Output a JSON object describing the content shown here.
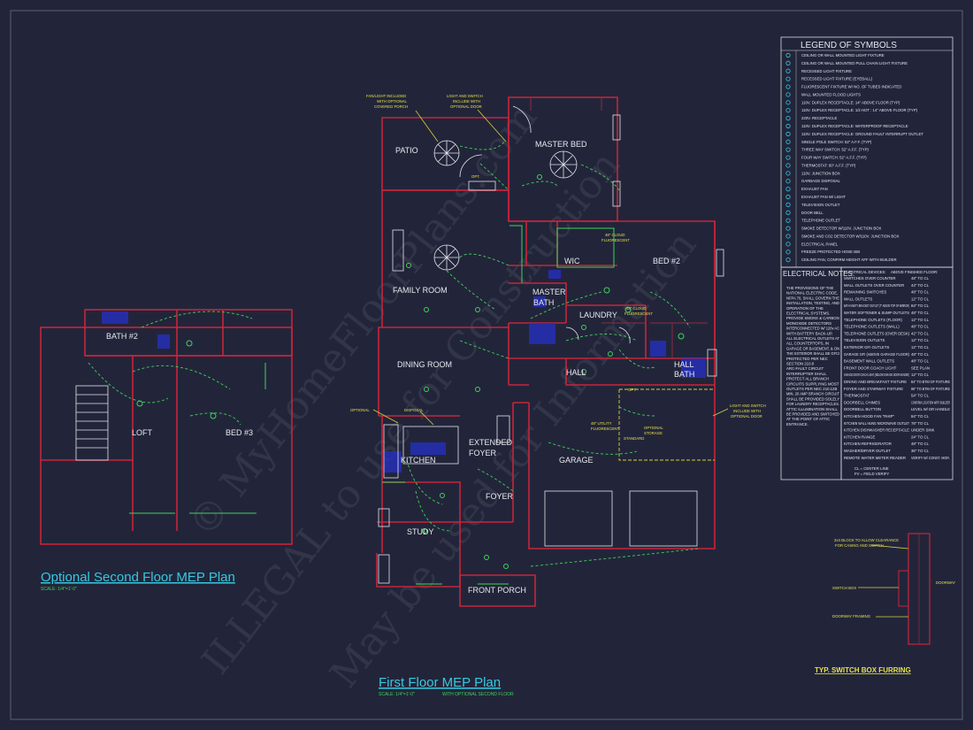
{
  "watermark": {
    "line1": "© MyHomeFloorPlans.com",
    "line2": "ILLEGAL to use for Construction",
    "line3": "May be used for Information"
  },
  "legend": {
    "title": "LEGEND OF SYMBOLS",
    "items": [
      "CEILING OR WALL MOUNTED LIGHT FIXTURE",
      "CEILING OR WALL MOUNTED PULL CHAIN LIGHT FIXTURE",
      "RECESSED LIGHT FIXTURE",
      "RECESSED LIGHT FIXTURE (EYEBALL)",
      "FLUORESCENT FIXTURE W/ NO. OF TUBES INDICATED",
      "WALL MOUNTED FLOOD LIGHTS",
      "110V. DUPLEX RECEPTACLE: 14\" ABOVE FLOOR (TYP)",
      "110V. DUPLEX RECEPTACLE: 1/2 HOT : 14\" ABOVE FLOOR (TYP)",
      "220V. RECEPTACLE",
      "110V. DUPLEX RECEPTACLE: WATERPROOF RECEPTACLE",
      "110V. DUPLEX RECEPTACLE: GROUND FAULT INTERRUPT OUTLET",
      "SINGLE POLE SWITCH: 52\" A.F.F. (TYP)",
      "THREE WAY SWITCH: 52\" A.F.F. (TYP)",
      "FOUR WAY SWITCH: 52\" A.F.F. (TYP)",
      "THERMOSTAT: 60\" A.F.F. (TYP)",
      "110V. JUNCTION BOX",
      "GARBAGE DISPOSAL",
      "EXHAUST FAN",
      "EXHAUST FAN W/ LIGHT",
      "TELEVISION OUTLET",
      "DOOR BELL",
      "TELEPHONE OUTLET",
      "SMOKE DETECTOR W/110V. JUNCTION BOX",
      "SMOKE AND CO2 DETECTOR W/110V. JUNCTION BOX",
      "ELECTRICAL PANEL",
      "FREEZE PROTECTED HOSE BIB",
      "CEILING FAN, CONFIRM HEIGHT AFF WITH BUILDER"
    ]
  },
  "notes": {
    "title": "ELECTRICAL NOTES:",
    "items": [
      "THE PROVISIONS OF THE",
      "NATIONAL ELECTRIC CODE,",
      "NFPA 70, SHALL GOVERN THE",
      "INSTALLATION, TESTING, AND",
      "OPERATION OF THE",
      "ELECTRICAL SYSTEMS.",
      "PROVIDE SMOKE & CARBON",
      "MONOXIDE DETECTORS",
      "INTERCONNECTED W/ 120v AC",
      "WITH BATTERY BACK-UP.",
      "ALL ELECTRICAL OUTLETS AT",
      "ALL COUNTERTOPS, IN",
      "GARAGE OR BASEMENT, & ON",
      "THE EXTERIOR SHALL BE GFCI",
      "PROTECTED PER NEC",
      "SECTION 210.8",
      "ARC-FAULT CIRCUIT",
      "INTERRUPTER SHALL",
      "PROTECT ALL BRANCH",
      "CIRCUITS SUPPLYING MOST",
      "OUTLETS PER NEC 210.12B",
      "MIN. 20 AMP BRANCH CIRCUIT",
      "SHALL BE PROVIDED SOLELY",
      "FOR LAUNDRY RECEPTACLES.",
      "ATTIC ILLUMINATION SHALL",
      "BE PROVIDED AND SWITCHED",
      "AT THE POINT OF ATTIC",
      "ENTRANCE."
    ]
  },
  "devices": {
    "header_left": "ELECTRICAL DEVICES:",
    "header_right": "ABOVE FINISHED FLOOR:",
    "rows": [
      [
        "SWITCHES OVER COUNTER",
        "48\" TO CL"
      ],
      [
        "WALL OUTLETS OVER COUNTER",
        "44\" TO CL"
      ],
      [
        "REMAINING SWITCHES",
        "48\" TO CL"
      ],
      [
        "WALL OUTLETS",
        "12\" TO CL"
      ],
      [
        "BATH VANITY BRACKET OUTLET (7\" ABOVE TOP OF MIRROR)",
        "84\" TO CL"
      ],
      [
        "WATER SOFTENER & SUMP OUTLETS",
        "48\" TO CL"
      ],
      [
        "TELEPHONE OUTLETS (FLOOR)",
        "12\" TO CL"
      ],
      [
        "TELEPHONE OUTLETS (WALL)",
        "48\" TO CL"
      ],
      [
        "TELEPHONE OUTLETS (OVER DESK)",
        "42\" TO CL"
      ],
      [
        "TELEVISION OUTLETS",
        "12\" TO CL"
      ],
      [
        "EXTERIOR GFI OUTLETS",
        "12\" TO CL"
      ],
      [
        "GARAGE GFI (ABOVE GARAGE FLOOR)",
        "48\" TO CL"
      ],
      [
        "BASEMENT WALL OUTLETS",
        "48\" TO CL"
      ],
      [
        "FRONT DOOR COACH LIGHT",
        "SEE PLAN"
      ],
      [
        "GARAGE DOOR COACH LIGHT, (BELOW GARAGE DOOR HEADER)",
        "12\" TO CL"
      ],
      [
        "DINING AND BREAKFAST FIXTURE",
        "84\" TO BTM OF FIXTURE"
      ],
      [
        "FOYER AND STAIRWAY FIXTURE",
        "96\" TO BTM OF FIXTURE"
      ],
      [
        "THERMOSTAT",
        "54\" TO CL"
      ],
      [
        "DOORBELL CHIMES",
        "CONFIRM LOCATION WITH BUILDER"
      ],
      [
        "DOORBELL BUTTON",
        "LEVEL W/ DR HANDLE"
      ],
      [
        "KITCHEN HOOD FAN \"RHIP\"",
        "84\" TO CL"
      ],
      [
        "KITCHEN WALL HUNG MICROWAVE OUTLET",
        "78\" TO CL"
      ],
      [
        "KITCHEN DISHWASHER RECEPTACLE",
        "UNDER SINK"
      ],
      [
        "KITCHEN RANGE",
        "24\" TO CL"
      ],
      [
        "KITCHEN REFRIGERATOR",
        "48\" TO CL"
      ],
      [
        "WASHER/DRYER OUTLET",
        "36\" TO CL"
      ],
      [
        "REMOTE WATER METER READER",
        "VERIFY W/ CONST. MGR."
      ]
    ],
    "footnote1": "CL = CENTER LINE",
    "footnote2": "FV = FIELD VERIFY"
  },
  "rooms": {
    "patio": "PATIO",
    "master_bed": "MASTER BED",
    "wic": "WIC",
    "bed2": "BED #2",
    "family_room": "FAMILY ROOM",
    "master_bath_1": "MASTER",
    "master_bath_2": "BATH",
    "laundry": "LAUNDRY",
    "dining_room": "DINING ROOM",
    "hall": "HALL",
    "hall_bath_1": "HALL",
    "hall_bath_2": "BATH",
    "kitchen": "KITCHEN",
    "extended_foyer_1": "EXTENDED",
    "extended_foyer_2": "FOYER",
    "garage": "GARAGE",
    "foyer": "FOYER",
    "study": "STUDY",
    "front_porch": "FRONT PORCH",
    "bath3": "BATH #2",
    "loft": "LOFT",
    "bed3": "BED #3"
  },
  "annotations": {
    "fan_light_1": "FAN/LIGHT INCLUDED",
    "fan_light_2": "WITH OPTIONAL",
    "fan_light_3": "COVERED PORCH",
    "light_switch_1": "LIGHT AND SWITCH",
    "light_switch_2": "INCLUDE WITH",
    "light_switch_3": "OPTIONAL DOOR",
    "cloud_fluor_1": "48\" CLOUD",
    "cloud_fluor_2": "FLUORESCENT",
    "cloud_fluor_laundry_1": "48\" CLOUD",
    "cloud_fluor_laundry_2": "FLUORESCENT",
    "utility_fluor_1": "48\" UTILITY",
    "utility_fluor_2": "FLUORESCENT",
    "standard": "STANDARD",
    "optional_storage_1": "OPTIONAL",
    "optional_storage_2": "STORAGE",
    "optional": "OPTIONAL",
    "disposal": "DISPOSAL",
    "garage_light_1": "LIGHT AND SWITCH",
    "garage_light_2": "INCLUDE WITH",
    "garage_light_3": "OPTIONAL DOOR",
    "opt_1": "OPT.",
    "opt_2": "OPT."
  },
  "titles": {
    "second_floor": "Optional Second Floor MEP Plan",
    "second_floor_scale": "SCALE: 1/4\"=1'-0\"",
    "first_floor": "First Floor MEP Plan",
    "first_floor_scale": "SCALE: 1/4\"=1'-0\"",
    "first_floor_note": "WITH OPTIONAL SECOND FLOOR"
  },
  "switch_box": {
    "title": "TYP. SWITCH BOX FURRING",
    "note1": "2x4 BLOCK TO ALLOW CLEARANCE",
    "note2": "FOR CASING AND SWITCH",
    "switch_box": "SWITCH BOX",
    "doorway_framing": "DOORWAY FRAMING",
    "doorway": "DOORWAY"
  },
  "colors": {
    "background": "#22253a",
    "walls": "#c8243a",
    "wiring": "#3fd35a",
    "annotations": "#e6e04a",
    "titles": "#35c9e0"
  }
}
